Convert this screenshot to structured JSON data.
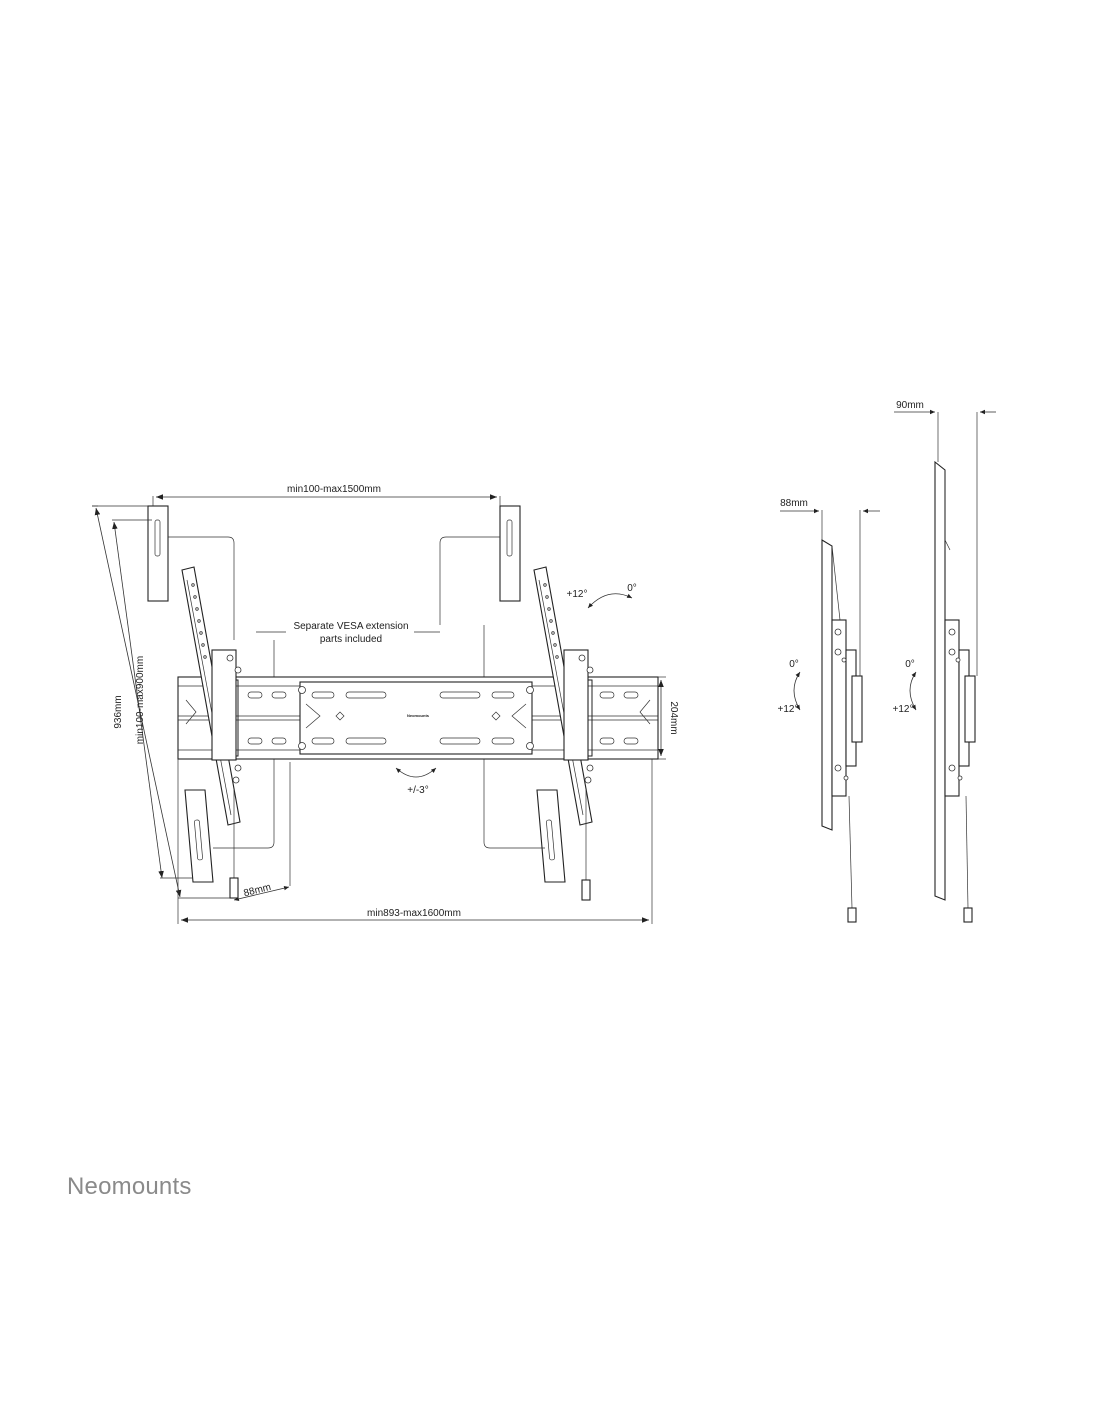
{
  "brand": {
    "name": "Neomounts",
    "color": "#8a8a8a"
  },
  "front_view": {
    "vesa_width": "min100-max1500mm",
    "vesa_height": "min100-max900mm",
    "total_height": "936mm",
    "depth": "88mm",
    "rail_height": "204mm",
    "mount_width": "min893-max1600mm",
    "rotation": "+/-3°",
    "extension_note_line1": "Separate VESA extension",
    "extension_note_line2": "parts included",
    "tilt_plus": "+12°",
    "tilt_zero": "0°",
    "mini_logo": "Neomounts"
  },
  "side_view_min": {
    "depth": "88mm",
    "tilt_zero": "0°",
    "tilt_plus": "+12°"
  },
  "side_view_max": {
    "depth": "90mm",
    "tilt_zero": "0°",
    "tilt_plus": "+12°"
  },
  "line_color": "#222222"
}
